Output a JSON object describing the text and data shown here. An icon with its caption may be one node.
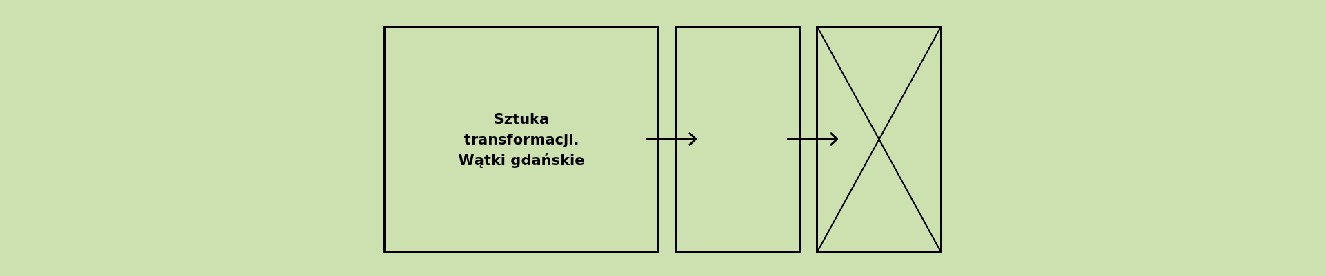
{
  "diagram": {
    "nodes": [
      {
        "text": [
          "Sztuka transformacji. Wątki gdańskie"
        ]
      },
      {
        "text": [],
        "shape": "box"
      },
      {
        "text": [],
        "shape": "box"
      }
    ],
    "edges": [
      {
        "from": 0,
        "to": 1,
        "arrow": "to"
      },
      {
        "from": 1,
        "to": 2,
        "arrow": "to"
      }
    ]
  }
}
